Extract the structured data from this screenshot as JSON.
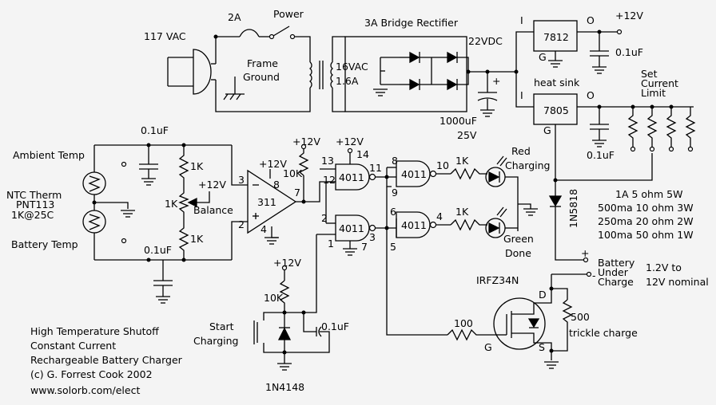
{
  "labels": {
    "vac": "117 VAC",
    "fuse": "2A",
    "power": "Power",
    "frame": "Frame",
    "ground": "Ground",
    "bridge": "3A Bridge Rectifier",
    "vdc": "22VDC",
    "tx_v": "16VAC",
    "tx_a": "1.6A",
    "cap1000": "1000uF",
    "cap25v": "25V",
    "reg_in1": "I",
    "reg_out1": "O",
    "reg_in2": "I",
    "reg_out2": "O",
    "reg1": "7812",
    "reg2": "7805",
    "reg_g1": "G",
    "reg_g2": "G",
    "heatsink": "heat sink",
    "p12v_top": "+12V",
    "c01_top": "0.1uF",
    "c01_reg2": "0.1uF",
    "set1": "Set",
    "set2": "Current",
    "set3": "Limit",
    "ambient": "Ambient Temp",
    "ntc1": "NTC Therm",
    "ntc2": "PNT113",
    "ntc3": "1K@25C",
    "battery_temp": "Battery Temp",
    "c01_a": "0.1uF",
    "c01_b": "0.1uF",
    "r1k_a": "1K",
    "r1k_b": "1K",
    "r1k_c": "1K",
    "p12v_bal": "+12V",
    "balance": "Balance",
    "opamp": "311",
    "pin3": "3",
    "pin2": "2",
    "pin8": "8",
    "pin7": "7",
    "pin4": "4",
    "p12v_op": "+12V",
    "r10k_a": "10K",
    "p12v_gate": "+12V",
    "pin13": "13",
    "pin14": "14",
    "pin12": "12",
    "pin11": "11",
    "pin9": "9",
    "pin8b": "8",
    "pin10": "10",
    "pin2b": "2",
    "pin3b": "3",
    "pin1": "1",
    "pin7b": "7",
    "pin6": "6",
    "pin5": "5",
    "pin4b": "4",
    "gate1": "4011",
    "gate2": "4011",
    "gate3": "4011",
    "gate4": "4011",
    "r1k_led1": "1K",
    "r1k_led2": "1K",
    "red": "Red",
    "charging": "Charging",
    "green": "Green",
    "done": "Done",
    "diode": "1N5818",
    "tbl1": "1A   5 ohm 5W",
    "tbl2": "500ma 10 ohm 3W",
    "tbl3": "250ma 20 ohm 2W",
    "tbl4": "100ma 50 ohm 1W",
    "plus_bat": "+",
    "minus_bat": "-",
    "battery1": "Battery",
    "battery2": "Under",
    "battery3": "Charge",
    "bat_v1": "1.2V to",
    "bat_v2": "12V nominal",
    "mosfet": "IRFZ34N",
    "d_pin": "D",
    "g_pin": "G",
    "s_pin": "S",
    "r500": "500",
    "trickle": "trickle charge",
    "r100": "100",
    "p12v_start": "+12V",
    "r10k_b": "10K",
    "start1": "Start",
    "start2": "Charging",
    "c01_start": "0.1uF",
    "d1n4148": "1N4148",
    "title1": "High Temperature Shutoff",
    "title2": "Constant Current",
    "title3": "Rechargeable Battery Charger",
    "title4": "(c) G. Forrest Cook 2002",
    "title5": "www.solorb.com/elect"
  }
}
